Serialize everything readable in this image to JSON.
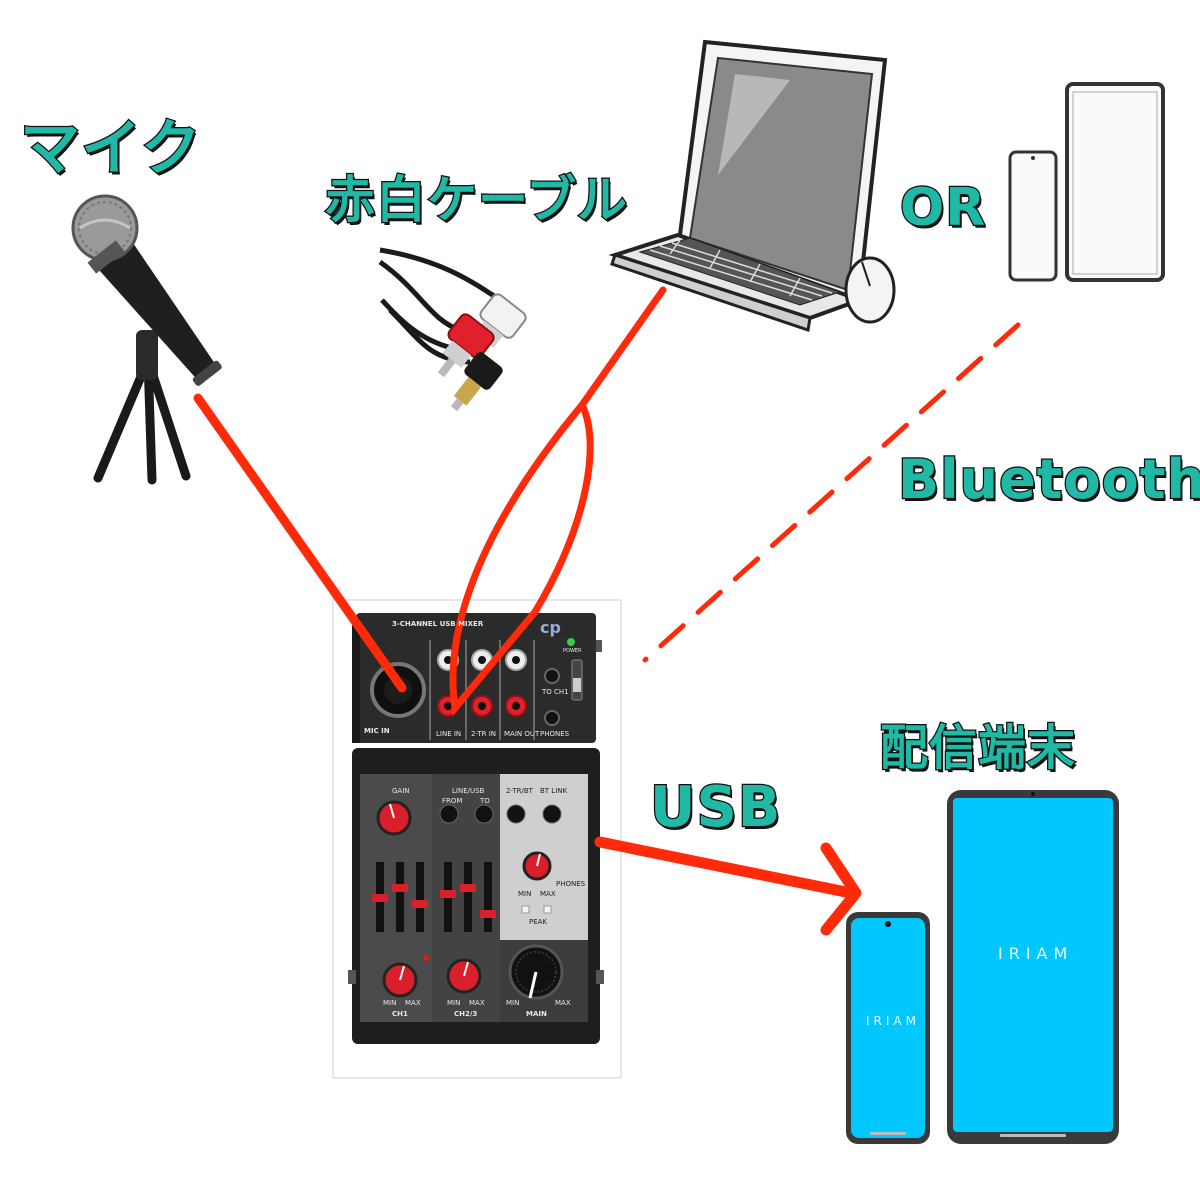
{
  "labels": {
    "mic": "マイク",
    "cable": "赤白ケーブル",
    "or": "OR",
    "bluetooth": "Bluetooth",
    "usb": "USB",
    "distribution": "配信端末"
  },
  "devices": {
    "phone_logo": "IRIAM",
    "tablet_logo": "IRIAM"
  },
  "mixer": {
    "model": "3-CHANNEL USB MIXER",
    "brand": "cp",
    "mic_in": "MIC IN",
    "line_in": "LINE IN",
    "two_tr_in": "2-TR IN",
    "main_out": "MAIN OUT",
    "to_ch1": "TO CH1",
    "phones": "PHONES",
    "power": "POWER",
    "gain": "GAIN",
    "line_usb": "LINE/USB",
    "two_tr_bt": "2-TR/BT",
    "bt_link": "BT LINK",
    "from": "FROM",
    "to": "TO",
    "phones_knob": "PHONES",
    "peak": "PEAK",
    "ch1": "CH1",
    "ch23": "CH2/3",
    "main": "MAIN",
    "min": "MIN",
    "max": "MAX"
  },
  "colors": {
    "label_fill": "#1fb9a6",
    "label_outline": "#111111",
    "cable_red": "#ff2a0a",
    "screen_blue": "#00c8ff"
  }
}
